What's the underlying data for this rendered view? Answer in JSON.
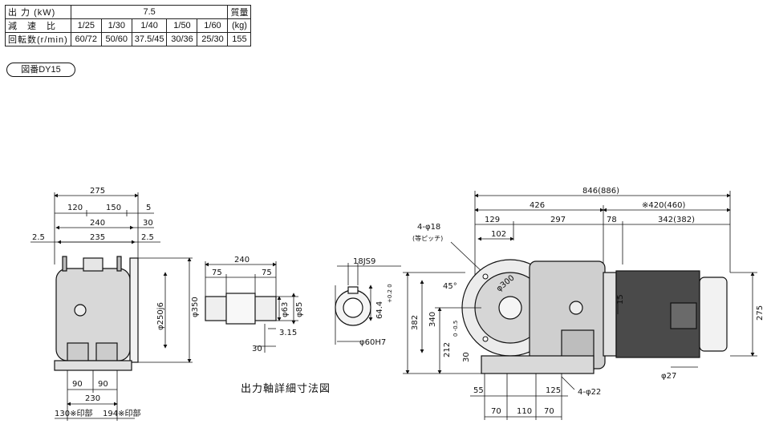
{
  "spec_table": {
    "row1": {
      "label": "出 力 (kW)",
      "value": "7.5",
      "mass_header": "質量"
    },
    "row2": {
      "label": "減　速　比",
      "values": [
        "1/25",
        "1/30",
        "1/40",
        "1/50",
        "1/60"
      ],
      "mass_unit": "(kg)"
    },
    "row3": {
      "label": "回転数(r/min)",
      "values": [
        "60/72",
        "50/60",
        "37.5/45",
        "30/36",
        "25/30"
      ],
      "mass": "155"
    }
  },
  "figure_label": "図番DY15",
  "caption": "出力軸詳細寸法図",
  "left_view": {
    "d275": "275",
    "d120": "120",
    "d150": "150",
    "d5": "5",
    "d240": "240",
    "d30": "30",
    "d2_5a": "2.5",
    "d235": "235",
    "d2_5b": "2.5",
    "phi250": "φ250j6",
    "phi350": "φ350",
    "d90a": "90",
    "d90b": "90",
    "d230": "230",
    "d130": "130※印部",
    "d194": "194※印部"
  },
  "shaft_view": {
    "d240": "240",
    "d75a": "75",
    "d75b": "75",
    "phi63": "φ63",
    "phi85": "φ85",
    "d3_15": "3.15",
    "d30": "30"
  },
  "shaft_end": {
    "key": "18JS9",
    "d64": "64.4",
    "tol": "+0.2 0",
    "phi60": "φ60H7"
  },
  "right_view": {
    "d846": "846(886)",
    "d426": "426",
    "d420": "※420(460)",
    "d129": "129",
    "d297": "297",
    "d78": "78",
    "d342": "342(382)",
    "hole": "4-φ18",
    "hole_note": "(等ピッチ)",
    "d102": "102",
    "ang45": "45°",
    "pcd": "φ300",
    "d382": "382",
    "d340": "340",
    "d212": "212",
    "tol212": "0 -0.5",
    "d15": "15",
    "d275": "275",
    "d30": "30",
    "phi27": "φ27",
    "d55": "55",
    "d125": "125",
    "hole2": "4-φ22",
    "d70a": "70",
    "d110": "110",
    "d70b": "70"
  }
}
